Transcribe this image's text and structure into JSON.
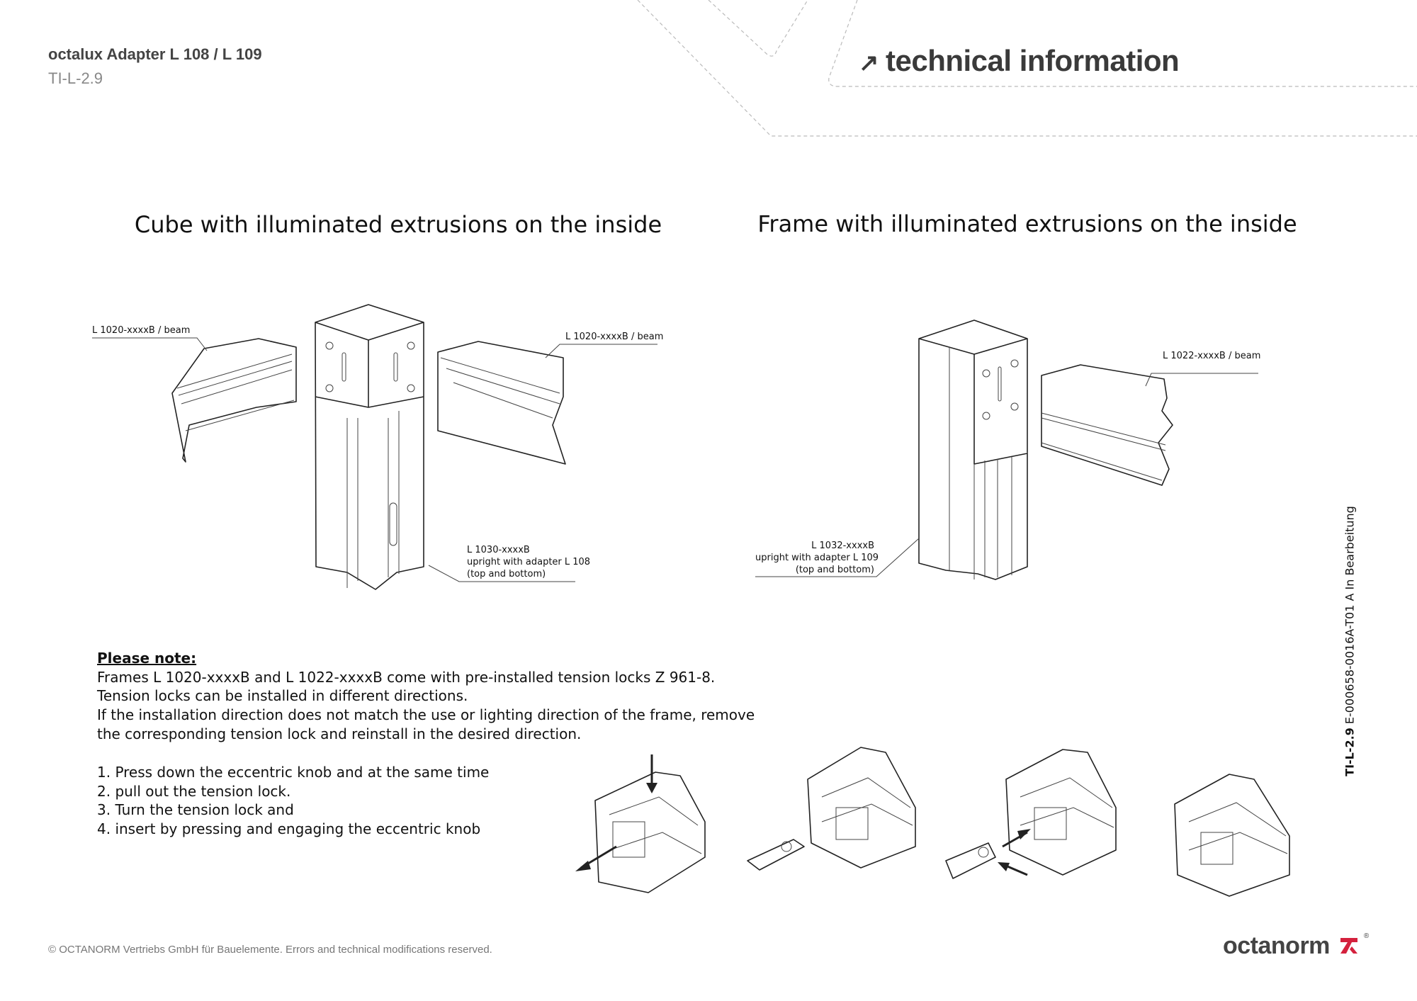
{
  "header": {
    "title": "octalux Adapter L 108 / L 109",
    "code": "TI-L-2.9",
    "section_arrow": "↗",
    "section": "technical information"
  },
  "left_figure": {
    "title": "Cube with illuminated extrusions on the inside",
    "labels": {
      "beam_left": "L 1020-xxxxB / beam",
      "beam_right": "L 1020-xxxxB / beam",
      "upright_line1": "L 1030-xxxxB",
      "upright_line2": "upright with adapter L 108",
      "upright_line3": "(top and bottom)"
    }
  },
  "right_figure": {
    "title": "Frame with illuminated extrusions on the inside",
    "labels": {
      "beam": "L 1022-xxxxB / beam",
      "upright_line1": "L 1032-xxxxB",
      "upright_line2": "upright with adapter  L 109",
      "upright_line3": "(top and bottom)"
    }
  },
  "note": {
    "heading": "Please note:",
    "lines": [
      "Frames L 1020-xxxxB and L 1022-xxxxB come with pre-installed tension locks Z 961-8.",
      "Tension locks can be installed in different directions.",
      "If the installation direction does not match the use or lighting direction of the frame, remove",
      "the corresponding tension lock and reinstall in the desired direction."
    ],
    "steps": [
      "1. Press down the eccentric knob and at the same time",
      "2. pull out the tension lock.",
      "3. Turn the tension lock and",
      "4. insert by pressing and engaging the eccentric knob"
    ]
  },
  "side_label": {
    "code": "TI-L-2.9",
    "rest": " E-000658-0016A-T01 A In Bearbeitung"
  },
  "footer": {
    "copyright": "© OCTANORM Vertriebs GmbH für Bauelemente. Errors and technical modifications reserved.",
    "logo": "octanorm",
    "logo_mark": "®"
  },
  "colors": {
    "brand_red": "#d4213d",
    "text_dark": "#3a3a3a"
  }
}
